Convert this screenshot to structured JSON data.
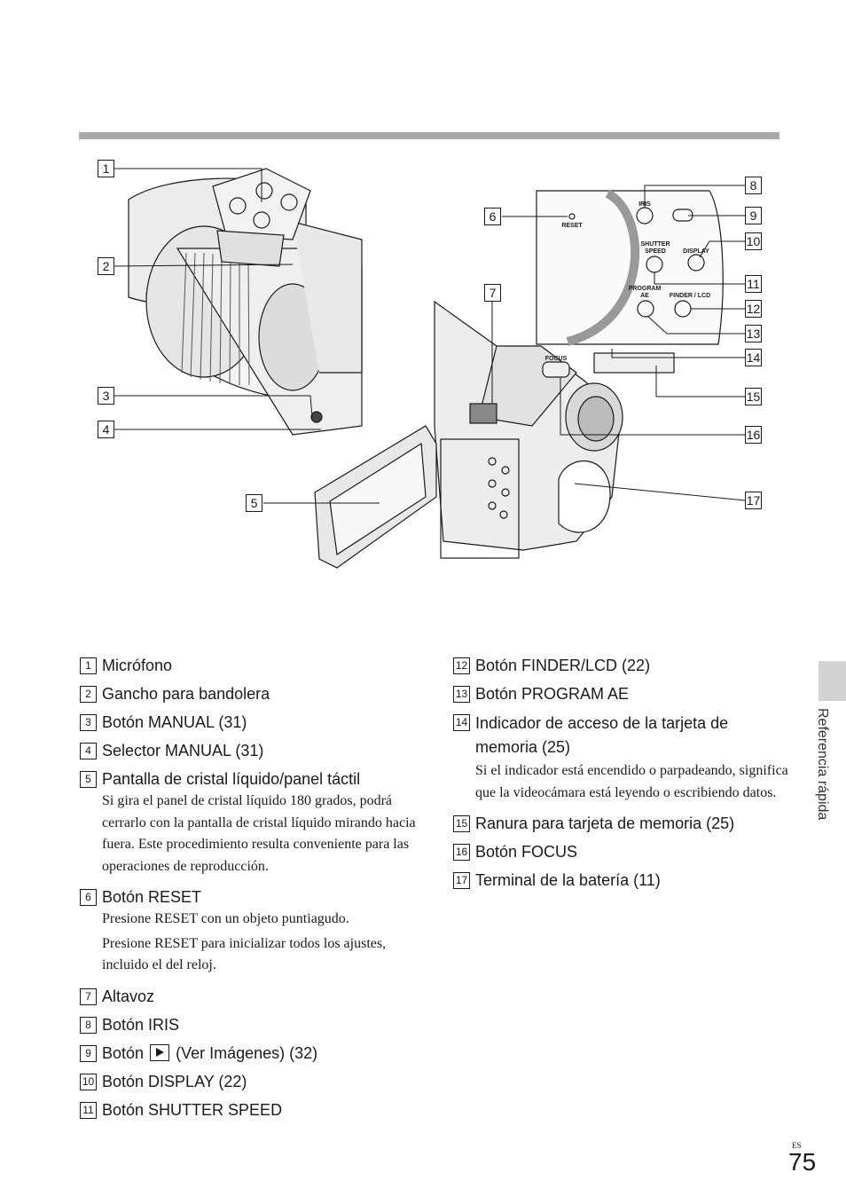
{
  "figure": {
    "callouts": [
      "1",
      "2",
      "3",
      "4",
      "5",
      "6",
      "7",
      "8",
      "9",
      "10",
      "11",
      "12",
      "13",
      "14",
      "15",
      "16",
      "17"
    ],
    "panel_labels": {
      "reset": "RESET",
      "iris": "IRIS",
      "shutter": "SHUTTER",
      "speed": "SPEED",
      "display": "DISPLAY",
      "program": "PROGRAM",
      "ae": "AE",
      "finder_lcd": "FINDER / LCD",
      "focus": "FOCUS"
    }
  },
  "left_items": [
    {
      "num": "1",
      "label": "Micrófono"
    },
    {
      "num": "2",
      "label": "Gancho para bandolera"
    },
    {
      "num": "3",
      "label": "Botón MANUAL (31)"
    },
    {
      "num": "4",
      "label": "Selector MANUAL (31)"
    },
    {
      "num": "5",
      "label": "Pantalla de cristal líquido/panel táctil",
      "desc": [
        "Si gira el panel de cristal líquido 180 grados, podrá cerrarlo con la pantalla de cristal líquido mirando hacia fuera. Este procedimiento resulta conveniente para las operaciones de reproducción."
      ]
    },
    {
      "num": "6",
      "label": "Botón RESET",
      "desc": [
        "Presione RESET con un objeto puntiagudo.",
        "Presione RESET para inicializar todos los ajustes, incluido el del reloj."
      ]
    },
    {
      "num": "7",
      "label": "Altavoz"
    },
    {
      "num": "8",
      "label": "Botón IRIS"
    },
    {
      "num": "9",
      "label_pre": "Botón",
      "label_post": "(Ver Imágenes) (32)",
      "icon": "play-icon"
    },
    {
      "num": "10",
      "label": "Botón DISPLAY (22)"
    },
    {
      "num": "11",
      "label": "Botón SHUTTER SPEED"
    }
  ],
  "right_items": [
    {
      "num": "12",
      "label": "Botón FINDER/LCD (22)"
    },
    {
      "num": "13",
      "label": "Botón PROGRAM AE"
    },
    {
      "num": "14",
      "label": "Indicador de acceso de la tarjeta de memoria (25)",
      "desc": [
        "Si el indicador está encendido o parpadeando, significa que la videocámara está leyendo o escribiendo datos."
      ]
    },
    {
      "num": "15",
      "label": "Ranura para tarjeta de memoria (25)"
    },
    {
      "num": "16",
      "label": "Botón FOCUS"
    },
    {
      "num": "17",
      "label": "Terminal de la batería (11)"
    }
  ],
  "side_label": "Referencia rápida",
  "lang_code": "ES",
  "page_number": "75"
}
